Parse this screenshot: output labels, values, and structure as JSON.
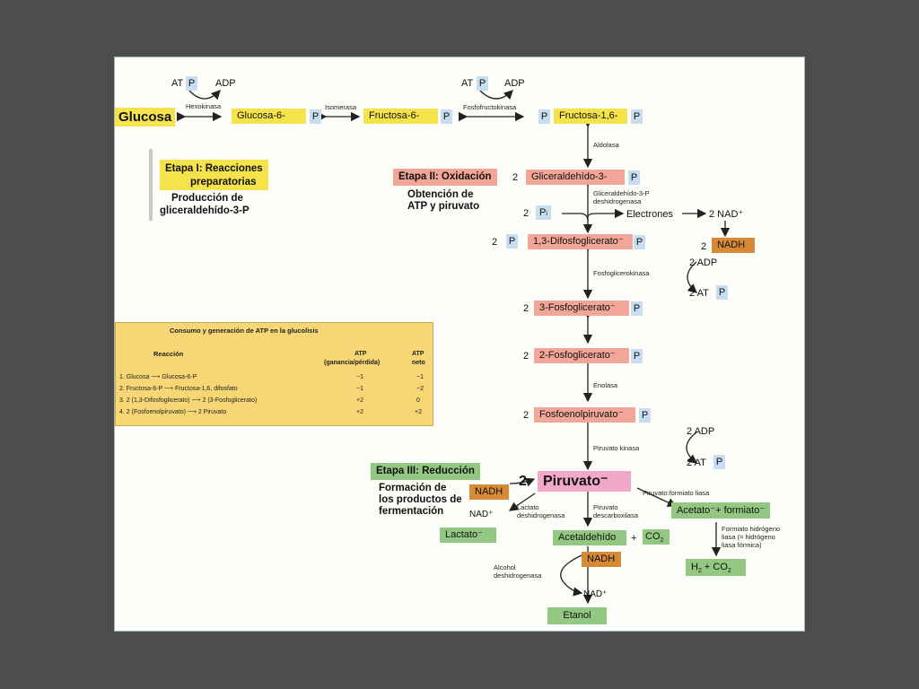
{
  "glucosa": "Glucosa",
  "atp_left": "AT",
  "adp_left": "ADP",
  "atp_right": "AT",
  "adp_right": "ADP",
  "hexokinasa": "Hexokinasa",
  "glucosa6": "Glucosa-6-",
  "isomerasa": "Isomerasa",
  "fructosa6": "Fructosa-6-",
  "fosfofructokinasa": "Fosfofructokinasa",
  "fructosa16": "Fructosa-1,6-",
  "p": "P",
  "aldolasa": "Aldolasa",
  "etapa1_title_1": "Etapa I: Reacciones",
  "etapa1_title_2": "preparatorias",
  "etapa1_sub_1": "Producción de",
  "etapa1_sub_2": "gliceraldehído-3-P",
  "etapa2_title": "Etapa II: Oxidación",
  "etapa2_sub_1": "Obtención de",
  "etapa2_sub_2": "ATP y piruvato",
  "gliceraldehido": "Gliceraldehído-3-",
  "two": "2",
  "g3pdh_1": "Gliceraldehído-3-P",
  "g3pdh_2": "deshidrogenasa",
  "pi": "P",
  "pi_sub": "i",
  "electrones": "Electrones",
  "nad_plus_2": "2 NAD⁺",
  "nadh": "NADH",
  "adp_2": "2 ADP",
  "atp_2": "2 AT",
  "difosfoglicerato": "1,3-Difosfoglicerato⁻",
  "fosfoglicerokinasa": "Fosfoglicerokinasa",
  "tres_fosfoglicerato": "3-Fosfoglicerato⁻",
  "dos_fosfoglicerato": "2-Fosfoglicerato⁻",
  "enolasa": "Enolasa",
  "fosfoenolpiruvato": "Fosfoenolpiruvato⁻",
  "piruvato_kinasa": "Piruvato kinasa",
  "adp_2b": "2 ADP",
  "atp_2b": "2 AT",
  "etapa3_title": "Etapa III: Reducción",
  "etapa3_sub_1": "Formación de",
  "etapa3_sub_2": "los productos de",
  "etapa3_sub_3": "fermentación",
  "piruvato": "Piruvato⁻",
  "piruvato_formiato_liasa": "Piruvato:formiato liasa",
  "nad_plus": "NAD⁺",
  "lactato_dh_1": "Lactato",
  "lactato_dh_2": "deshidrogenasa",
  "piruvato_desc_1": "Piruvato",
  "piruvato_desc_2": "descarboxilasa",
  "acetato_formiato": "Acetato⁻+ formiato⁻",
  "lactato": "Lactato⁻",
  "acetaldehido": "Acetaldehído",
  "plus": "+",
  "co2": "CO",
  "sub2": "2",
  "formiato_hid_1": "Formiato hidrógeno",
  "formiato_hid_2": "liasa (= hidrógeno",
  "formiato_hid_3": "liasa fórmica)",
  "h2": "H",
  "co2_plus": "+ CO",
  "alcohol_dh_1": "Alcohol",
  "alcohol_dh_2": "deshidrogenasa",
  "etanol": "Etanol",
  "table": {
    "title": "Consumo y generación de ATP en la glucolisis",
    "col_reaccion": "Reacción",
    "col_atp1_1": "ATP",
    "col_atp1_2": "(ganancia/pérdida)",
    "col_atp2_1": "ATP",
    "col_atp2_2": "neto",
    "rows": [
      {
        "r": "1. Glucosa ⟶ Glucosa-6-P",
        "g": "−1",
        "n": "−1"
      },
      {
        "r": "2. Fructosa-6-P ⟶ Fructosa-1,6, difosfato",
        "g": "−1",
        "n": "−2"
      },
      {
        "r": "3. 2 (1,3-Difosfoglicerato) ⟶ 2 (3-Fosfoglicerato)",
        "g": "+2",
        "n": "0"
      },
      {
        "r": "4. 2 (Fosfoenolpiruvato) ⟶ 2 Piruvato",
        "g": "+2",
        "n": "+2"
      }
    ]
  }
}
